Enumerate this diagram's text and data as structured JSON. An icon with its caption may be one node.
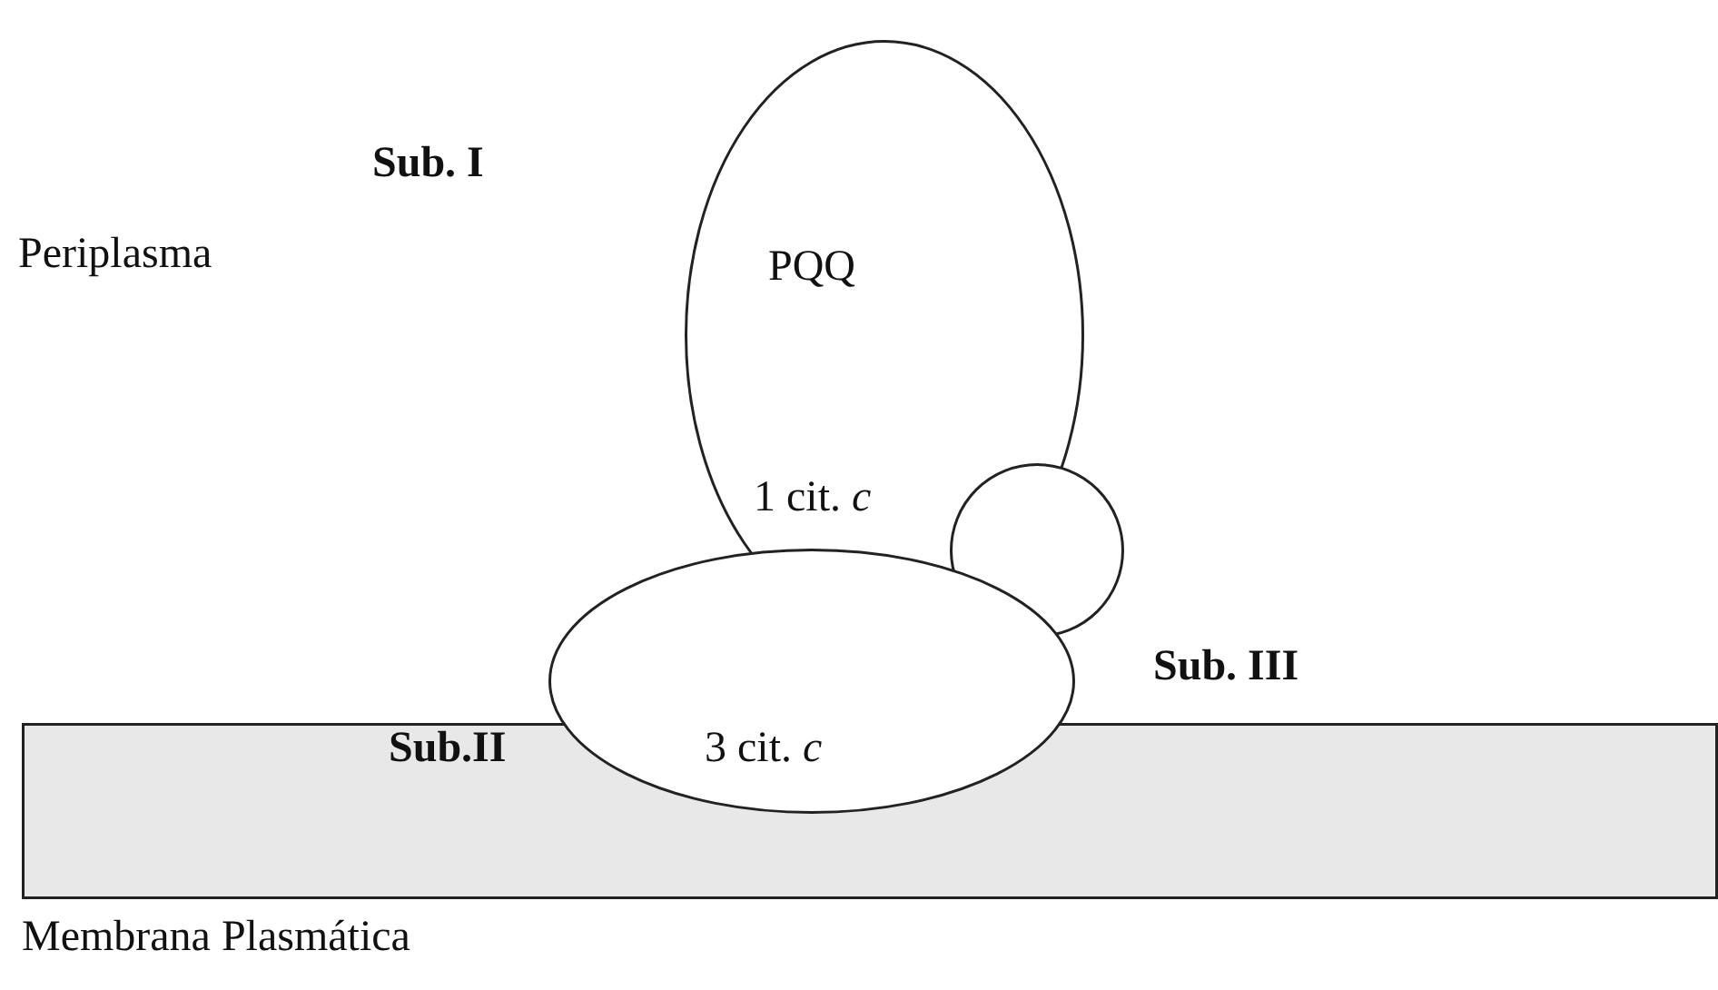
{
  "diagram": {
    "nodes": [
      {
        "text": [
          "Membrana Plasmática"
        ]
      },
      {
        "text": [
          "Sub. I",
          "PQQ",
          "1 cit. *c*"
        ]
      },
      {
        "text": [
          "Sub. III"
        ]
      },
      {
        "text": [
          "3 cit. *c*"
        ]
      }
    ],
    "labels": [
      "Periplasma",
      "Sub.II"
    ]
  }
}
